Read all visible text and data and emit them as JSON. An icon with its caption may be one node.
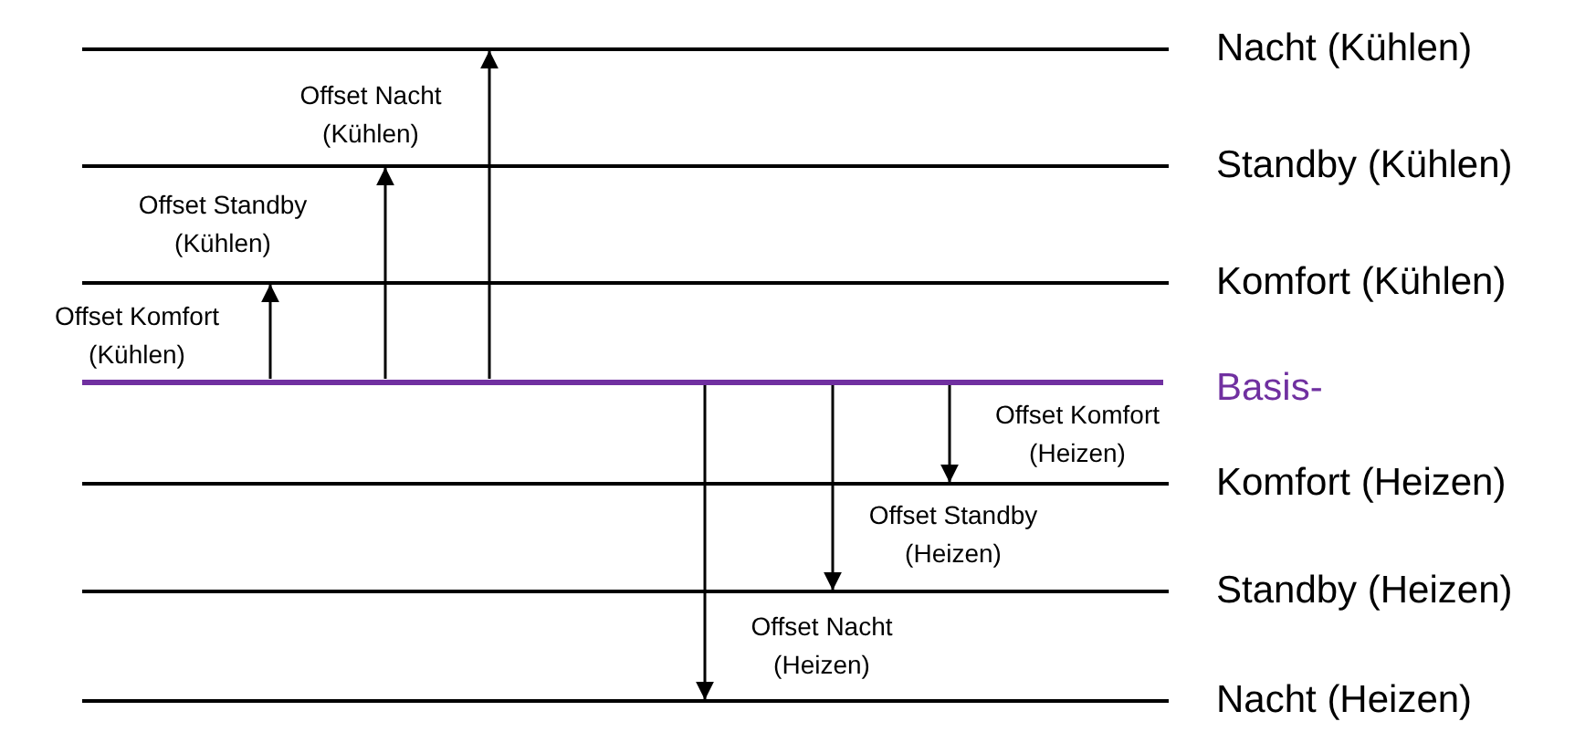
{
  "diagram": {
    "nodes": [
      {
        "text": [],
        "shape": "bar",
        "beside": [
          "Nacht (Kühlen)"
        ]
      },
      {
        "text": [],
        "shape": "bar",
        "beside": [
          "Standby (Kühlen)"
        ]
      },
      {
        "text": [],
        "shape": "bar",
        "beside": [
          "Komfort (Kühlen)"
        ]
      },
      {
        "text": [],
        "shape": "bar",
        "beside": [
          "Basis-"
        ]
      },
      {
        "text": [],
        "shape": "bar",
        "beside": [
          "Komfort (Heizen)"
        ]
      },
      {
        "text": [],
        "shape": "bar",
        "beside": [
          "Standby (Heizen)"
        ]
      },
      {
        "text": [],
        "shape": "bar",
        "beside": [
          "Nacht (Heizen)"
        ]
      }
    ],
    "edges": [
      {
        "from": 3,
        "to": 2,
        "arrow": "to",
        "label": "Offset Komfort (Kühlen)"
      },
      {
        "from": 3,
        "to": 1,
        "arrow": "to",
        "label": "Offset Standby (Kühlen)"
      },
      {
        "from": 3,
        "to": 0,
        "arrow": "to",
        "label": "Offset Nacht (Kühlen)"
      },
      {
        "from": 3,
        "to": 6,
        "arrow": "to",
        "label": "Offset Nacht (Heizen)"
      },
      {
        "from": 3,
        "to": 5,
        "arrow": "to",
        "label": "Offset Standby (Heizen)"
      },
      {
        "from": 3,
        "to": 4,
        "arrow": "to",
        "label": "Offset Komfort (Heizen)"
      }
    ]
  }
}
